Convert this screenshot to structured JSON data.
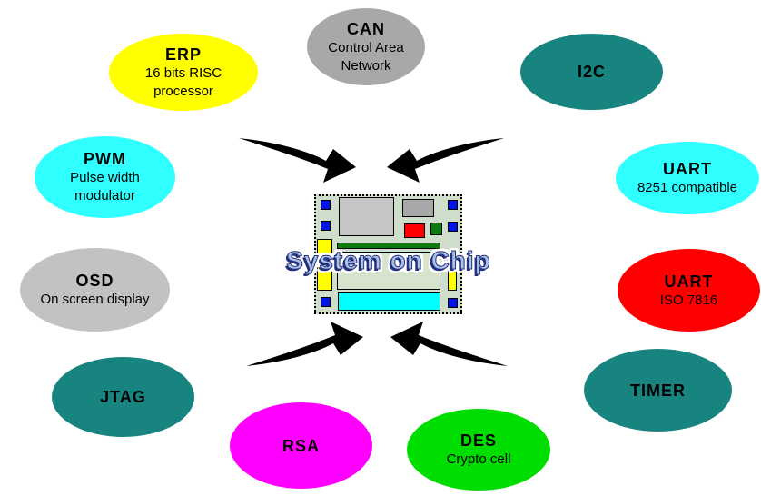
{
  "diagram": {
    "center_label": "System on Chip"
  },
  "modules": [
    {
      "name": "ERP",
      "description": "16 bits RISC processor",
      "color": "#ffff00"
    },
    {
      "name": "CAN",
      "description": "Control Area Network",
      "color": "#a8a8a8"
    },
    {
      "name": "I2C",
      "description": "",
      "color": "#178480"
    },
    {
      "name": "PWM",
      "description": "Pulse width modulator",
      "color": "#30ffff"
    },
    {
      "name": "UART",
      "description": "8251 compatible",
      "color": "#30ffff"
    },
    {
      "name": "OSD",
      "description": "On screen display",
      "color": "#c2c2c2"
    },
    {
      "name": "UART",
      "description": "ISO 7816",
      "color": "#ff0000"
    },
    {
      "name": "JTAG",
      "description": "",
      "color": "#178480"
    },
    {
      "name": "RSA",
      "description": "",
      "color": "#ff00ff"
    },
    {
      "name": "DES",
      "description": "Crypto cell",
      "color": "#00dd00"
    },
    {
      "name": "TIMER",
      "description": "",
      "color": "#178480"
    }
  ],
  "chip": {
    "background": "#cfdeca",
    "block_colors": {
      "pad": "#0014e6",
      "memory_large": "#c6c6c6",
      "memory_small": "#a8a8a8",
      "red_block": "#ff0000",
      "green_block": "#0b7c0b",
      "bus_bar": "#0b7c0b",
      "yellow_block": "#ffff00",
      "core_area": "#d6e4ce",
      "io_bar": "#00ffff"
    },
    "title_fill": "#a9c2e6",
    "title_outline": "#25317e"
  }
}
